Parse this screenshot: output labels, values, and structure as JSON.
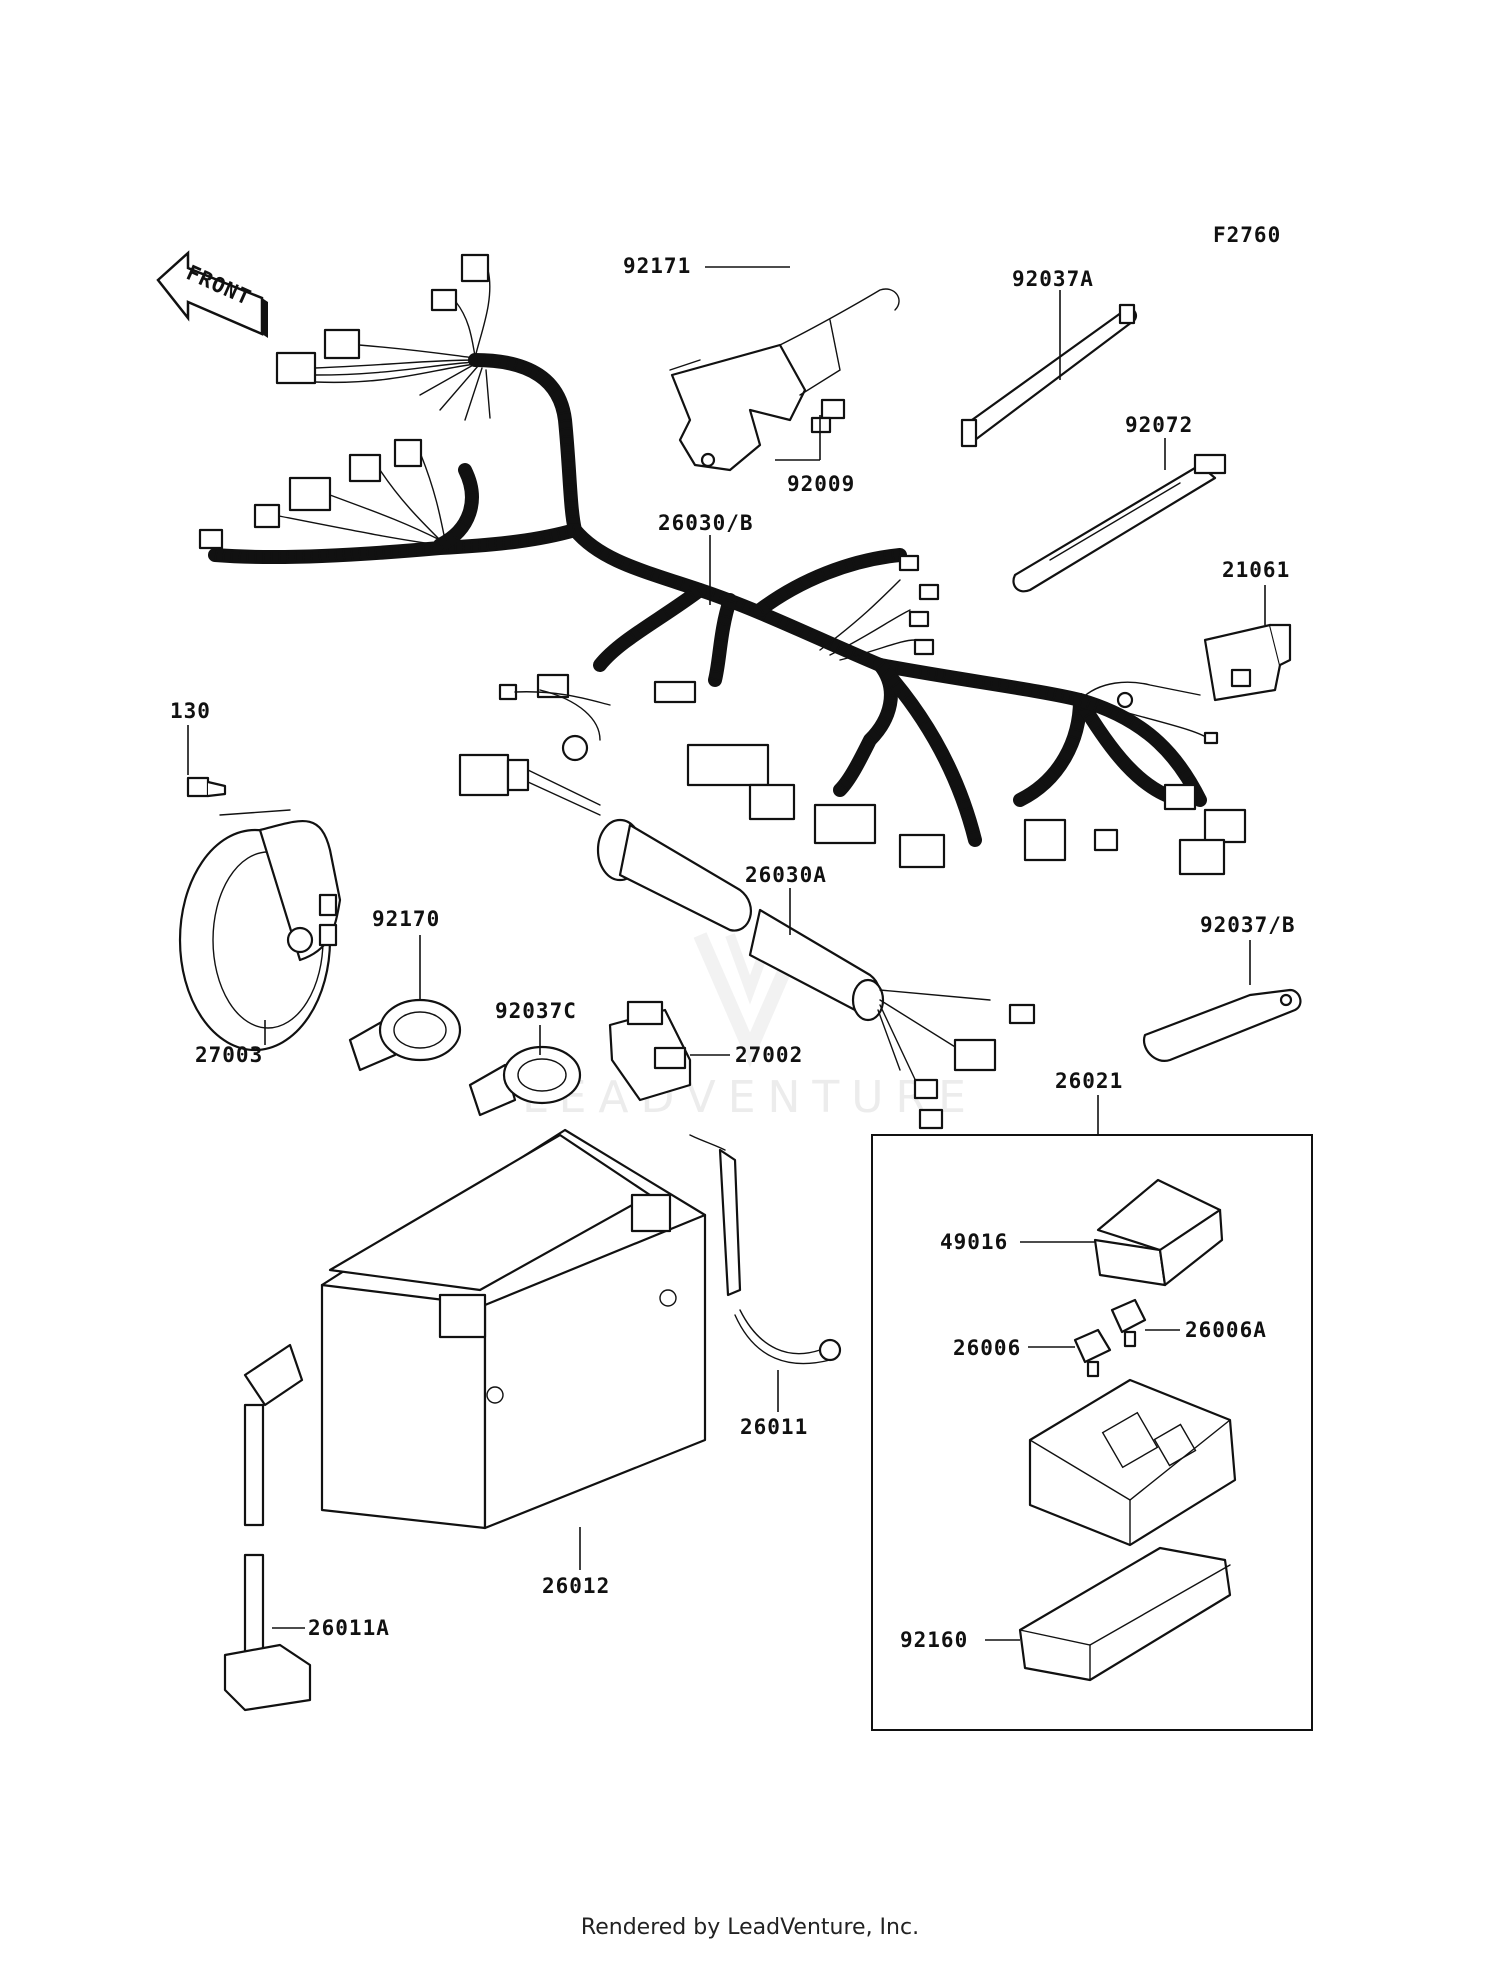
{
  "figure_code": "F2760",
  "front_label": "FRONT",
  "parts": {
    "p92171": "92171",
    "p92037A": "92037A",
    "p92072": "92072",
    "p92009": "92009",
    "p26030B": "26030/B",
    "p21061": "21061",
    "p130": "130",
    "p26030A": "26030A",
    "p92170": "92170",
    "p92037C": "92037C",
    "p92037B": "92037/B",
    "p27003": "27003",
    "p27002": "27002",
    "p26021": "26021",
    "p49016": "49016",
    "p26006": "26006",
    "p26006A": "26006A",
    "p26011": "26011",
    "p26012": "26012",
    "p26011A": "26011A",
    "p92160": "92160"
  },
  "footer": "Rendered by LeadVenture, Inc.",
  "watermark": "LEADVENTURE",
  "colors": {
    "ink": "#111111",
    "background": "#ffffff",
    "watermark": "#e8e8e8"
  }
}
